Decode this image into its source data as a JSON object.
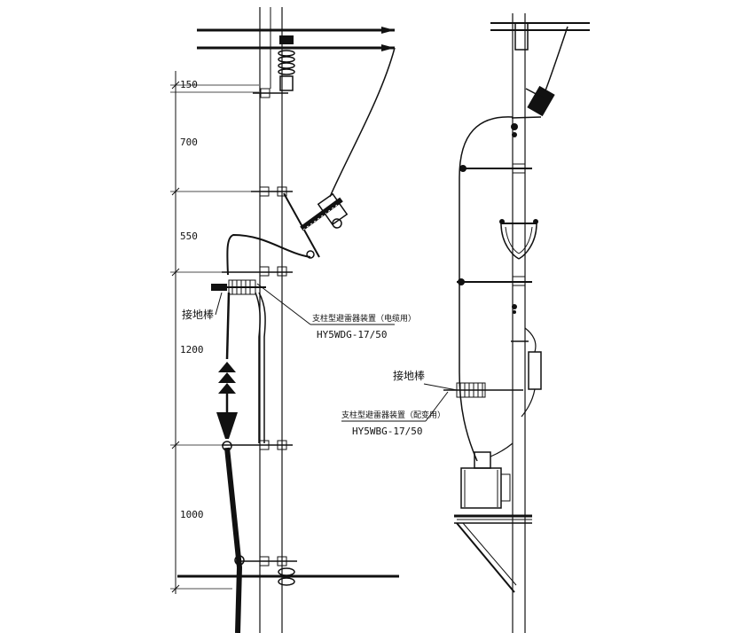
{
  "left_drawing": {
    "dimensions": [
      "150",
      "700",
      "550",
      "1200",
      "1000"
    ],
    "ground_label": "接地棒",
    "device_label": "支柱型避雷器装置（电缆用）",
    "device_model": "HY5WDG-17/50"
  },
  "right_drawing": {
    "ground_label": "接地棒",
    "device_label": "支柱型避雷器装置（配变用）",
    "device_model": "HY5WBG-17/50"
  }
}
